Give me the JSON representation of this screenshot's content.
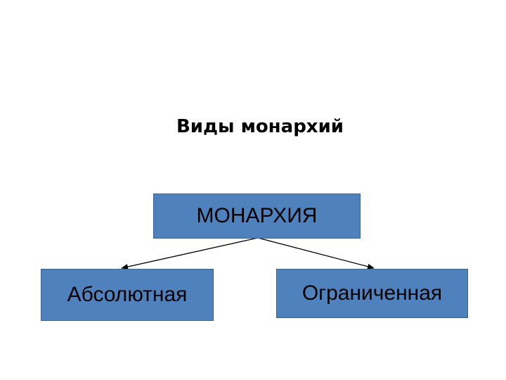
{
  "title": "Виды монархий",
  "diagram": {
    "root": {
      "label": "МОНАРХИЯ",
      "fill": "#4f81bd"
    },
    "children": [
      {
        "label": "Абсолютная",
        "fill": "#4f81bd"
      },
      {
        "label": "Ограниченная",
        "fill": "#4f81bd"
      }
    ],
    "connector_color": "#000000"
  }
}
